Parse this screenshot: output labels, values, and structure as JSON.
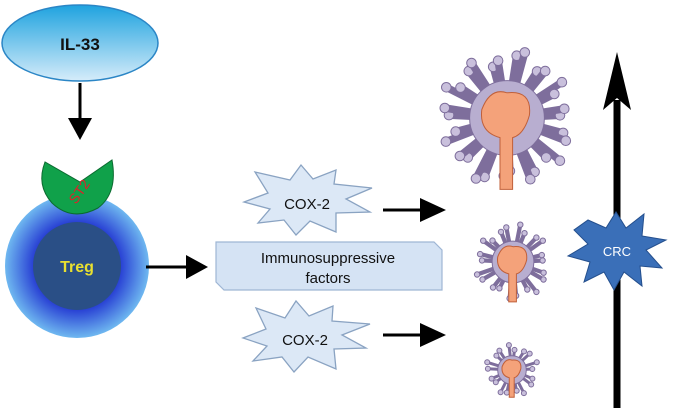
{
  "labels": {
    "il33": "IL-33",
    "st2": "ST2",
    "treg": "Treg",
    "cox2_top": "COX-2",
    "cox2_bottom": "COX-2",
    "immuno_line1": "Immunosuppressive",
    "immuno_line2": "factors",
    "crc": "CRC"
  },
  "colors": {
    "il33_top": "#1fa3df",
    "il33_bottom": "#d6ecfa",
    "receptor": "#10a14a",
    "st2_text": "#e0202a",
    "treg_outer": "#2a3ee0",
    "treg_inner": "#2a4f86",
    "treg_text": "#e8e030",
    "star_fill": "#dce8f6",
    "box_fill": "#d5e3f4",
    "crc_fill": "#3a6fb8",
    "arrow": "#000000",
    "gland_purple": "#7e6e9c",
    "gland_core": "#f4a27a"
  }
}
